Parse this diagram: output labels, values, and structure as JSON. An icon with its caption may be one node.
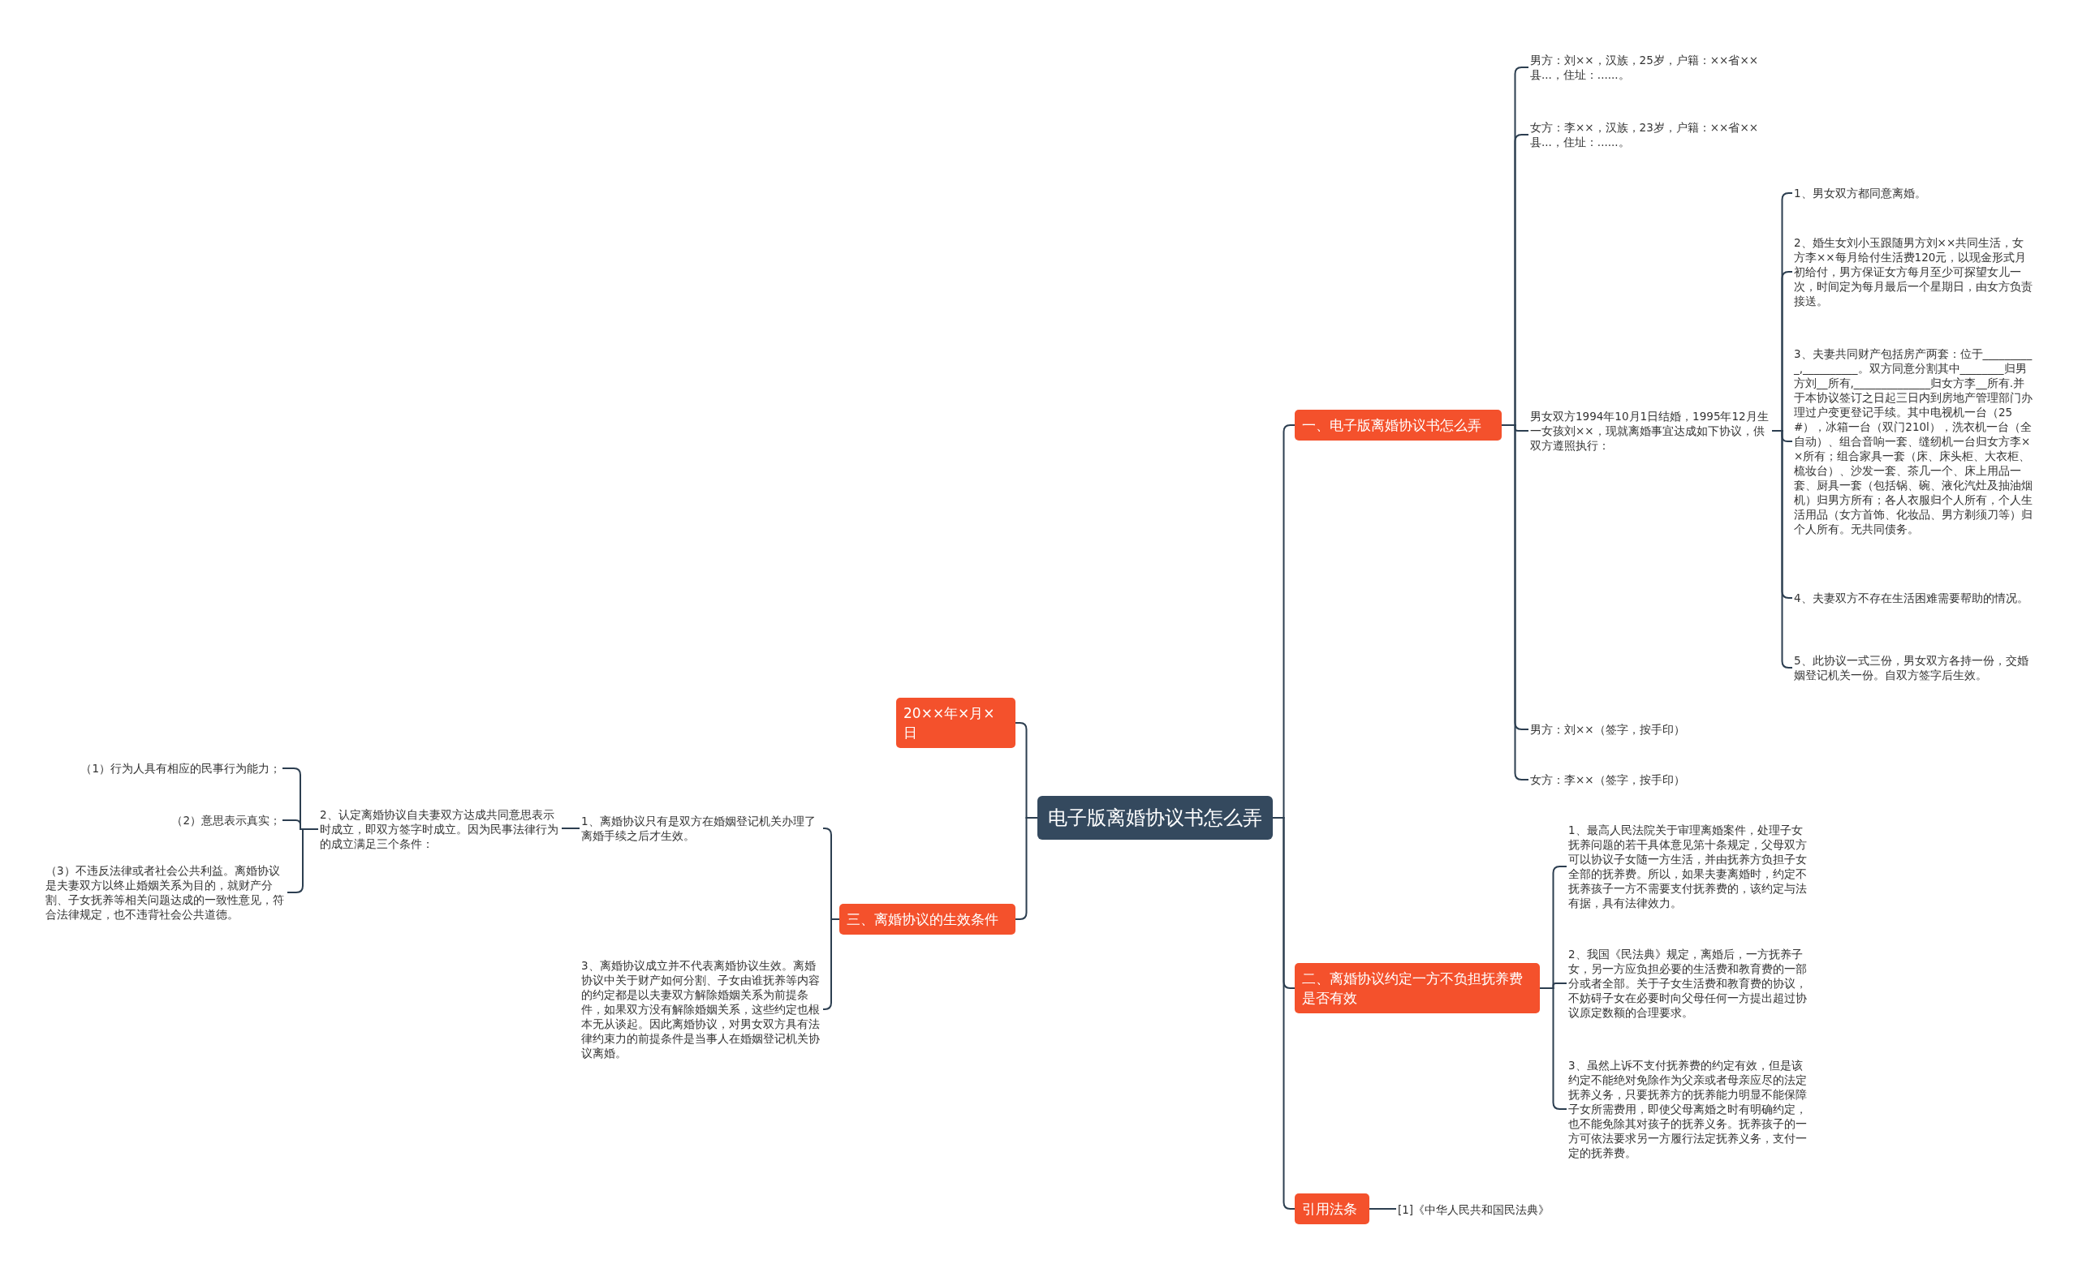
{
  "diagram": {
    "nodes": [
      {
        "text": [
          "电子版离婚协议书怎么弄"
        ]
      },
      {
        "text": [
          "一、电子版离婚协议书怎么弄"
        ]
      },
      {
        "text": [
          "男方：刘××，汉族，25岁，户籍：××省××县...，住址：......。"
        ]
      },
      {
        "text": [
          "女方：李××，汉族，23岁，户籍：××省××县...，住址：......。"
        ]
      },
      {
        "text": [
          "男女双方1994年10月1日结婚，1995年12月生一女孩刘××，现就离婚事宜达成如下协议，供双方遵照执行："
        ]
      },
      {
        "text": [
          "1、男女双方都同意离婚。"
        ]
      },
      {
        "text": [
          "2、婚生女刘小玉跟随男方刘××共同生活，女方李××每月给付生活费120元，以现金形式月初给付，男方保证女方每月至少可探望女儿一次，时间定为每月最后一个星期日，由女方负责接送。"
        ]
      },
      {
        "text": [
          "3、夫妻共同财产包括房产两套：位于__________,__________。双方同意分割其中________归男方刘__所有,______________归女方李__所有.并于本协议签订之日起三日内到房地产管理部门办理过户变更登记手续。其中电视机一台（25#），冰箱一台（双门210l），洗衣机一台（全自动）、组合音响一套、缝纫机一台归女方李××所有；组合家具一套（床、床头柜、大衣柜、梳妆台）、沙发一套、茶几一个、床上用品一套、厨具一套（包括锅、碗、液化汽灶及抽油烟机）归男方所有；各人衣服归个人所有，个人生活用品（女方首饰、化妆品、男方剃须刀等）归个人所有。无共同债务。"
        ]
      },
      {
        "text": [
          "4、夫妻双方不存在生活困难需要帮助的情况。"
        ]
      },
      {
        "text": [
          "5、此协议一式三份，男女双方各持一份，交婚姻登记机关一份。自双方签字后生效。"
        ]
      },
      {
        "text": [
          "男方：刘××（签字，按手印）"
        ]
      },
      {
        "text": [
          "女方：李××（签字，按手印）"
        ]
      },
      {
        "text": [
          "二、离婚协议约定一方不负担抚养费是否有效"
        ]
      },
      {
        "text": [
          "1、最高人民法院关于审理离婚案件，处理子女抚养问题的若干具体意见第十条规定，父母双方可以协议子女随一方生活，并由抚养方负担子女全部的抚养费。所以，如果夫妻离婚时，约定不抚养孩子一方不需要支付抚养费的，该约定与法有据，具有法律效力。"
        ]
      },
      {
        "text": [
          "2、我国《民法典》规定，离婚后，一方抚养子女，另一方应负担必要的生活费和教育费的一部分或者全部。关于子女生活费和教育费的协议，不妨碍子女在必要时向父母任何一方提出超过协议原定数额的合理要求。"
        ]
      },
      {
        "text": [
          "3、虽然上诉不支付抚养费的约定有效，但是该约定不能绝对免除作为父亲或者母亲应尽的法定抚养义务，只要抚养方的抚养能力明显不能保障子女所需费用，即使父母离婚之时有明确约定，也不能免除其对孩子的抚养义务。抚养孩子的一方可依法要求另一方履行法定抚养义务，支付一定的抚养费。"
        ]
      },
      {
        "text": [
          "引用法条"
        ]
      },
      {
        "text": [
          "[1]《中华人民共和国民法典》"
        ]
      },
      {
        "text": [
          "20××年×月×日"
        ]
      },
      {
        "text": [
          "三、离婚协议的生效条件"
        ]
      },
      {
        "text": [
          "1、离婚协议只有是双方在婚姻登记机关办理了离婚手续之后才生效。"
        ]
      },
      {
        "text": [
          "2、认定离婚协议自夫妻双方达成共同意思表示时成立，即双方签字时成立。因为民事法律行为的成立满足三个条件："
        ]
      },
      {
        "text": [
          "（1）行为人具有相应的民事行为能力；"
        ]
      },
      {
        "text": [
          "（2）意思表示真实；"
        ]
      },
      {
        "text": [
          "（3）不违反法律或者社会公共利益。离婚协议是夫妻双方以终止婚姻关系为目的，就财产分割、子女抚养等相关问题达成的一致性意见，符合法律规定，也不违背社会公共道德。"
        ]
      },
      {
        "text": [
          "3、离婚协议成立并不代表离婚协议生效。离婚协议中关于财产如何分割、子女由谁抚养等内容的约定都是以夫妻双方解除婚姻关系为前提条件，如果双方没有解除婚姻关系，这些约定也根本无从谈起。因此离婚协议，对男女双方具有法律约束力的前提条件是当事人在婚姻登记机关协议离婚。"
        ]
      }
    ],
    "edges": [
      {
        "from": 0,
        "to": 1,
        "arrow": "none"
      },
      {
        "from": 1,
        "to": 2,
        "arrow": "none"
      },
      {
        "from": 1,
        "to": 3,
        "arrow": "none"
      },
      {
        "from": 1,
        "to": 4,
        "arrow": "none"
      },
      {
        "from": 4,
        "to": 5,
        "arrow": "none"
      },
      {
        "from": 4,
        "to": 6,
        "arrow": "none"
      },
      {
        "from": 4,
        "to": 7,
        "arrow": "none"
      },
      {
        "from": 4,
        "to": 8,
        "arrow": "none"
      },
      {
        "from": 4,
        "to": 9,
        "arrow": "none"
      },
      {
        "from": 1,
        "to": 10,
        "arrow": "none"
      },
      {
        "from": 1,
        "to": 11,
        "arrow": "none"
      },
      {
        "from": 0,
        "to": 12,
        "arrow": "none"
      },
      {
        "from": 12,
        "to": 13,
        "arrow": "none"
      },
      {
        "from": 12,
        "to": 14,
        "arrow": "none"
      },
      {
        "from": 12,
        "to": 15,
        "arrow": "none"
      },
      {
        "from": 0,
        "to": 16,
        "arrow": "none"
      },
      {
        "from": 16,
        "to": 17,
        "arrow": "none"
      },
      {
        "from": 0,
        "to": 18,
        "arrow": "none"
      },
      {
        "from": 0,
        "to": 19,
        "arrow": "none"
      },
      {
        "from": 19,
        "to": 20,
        "arrow": "none"
      },
      {
        "from": 20,
        "to": 21,
        "arrow": "none"
      },
      {
        "from": 21,
        "to": 22,
        "arrow": "none"
      },
      {
        "from": 21,
        "to": 23,
        "arrow": "none"
      },
      {
        "from": 21,
        "to": 24,
        "arrow": "none"
      },
      {
        "from": 19,
        "to": 25,
        "arrow": "none"
      }
    ]
  }
}
